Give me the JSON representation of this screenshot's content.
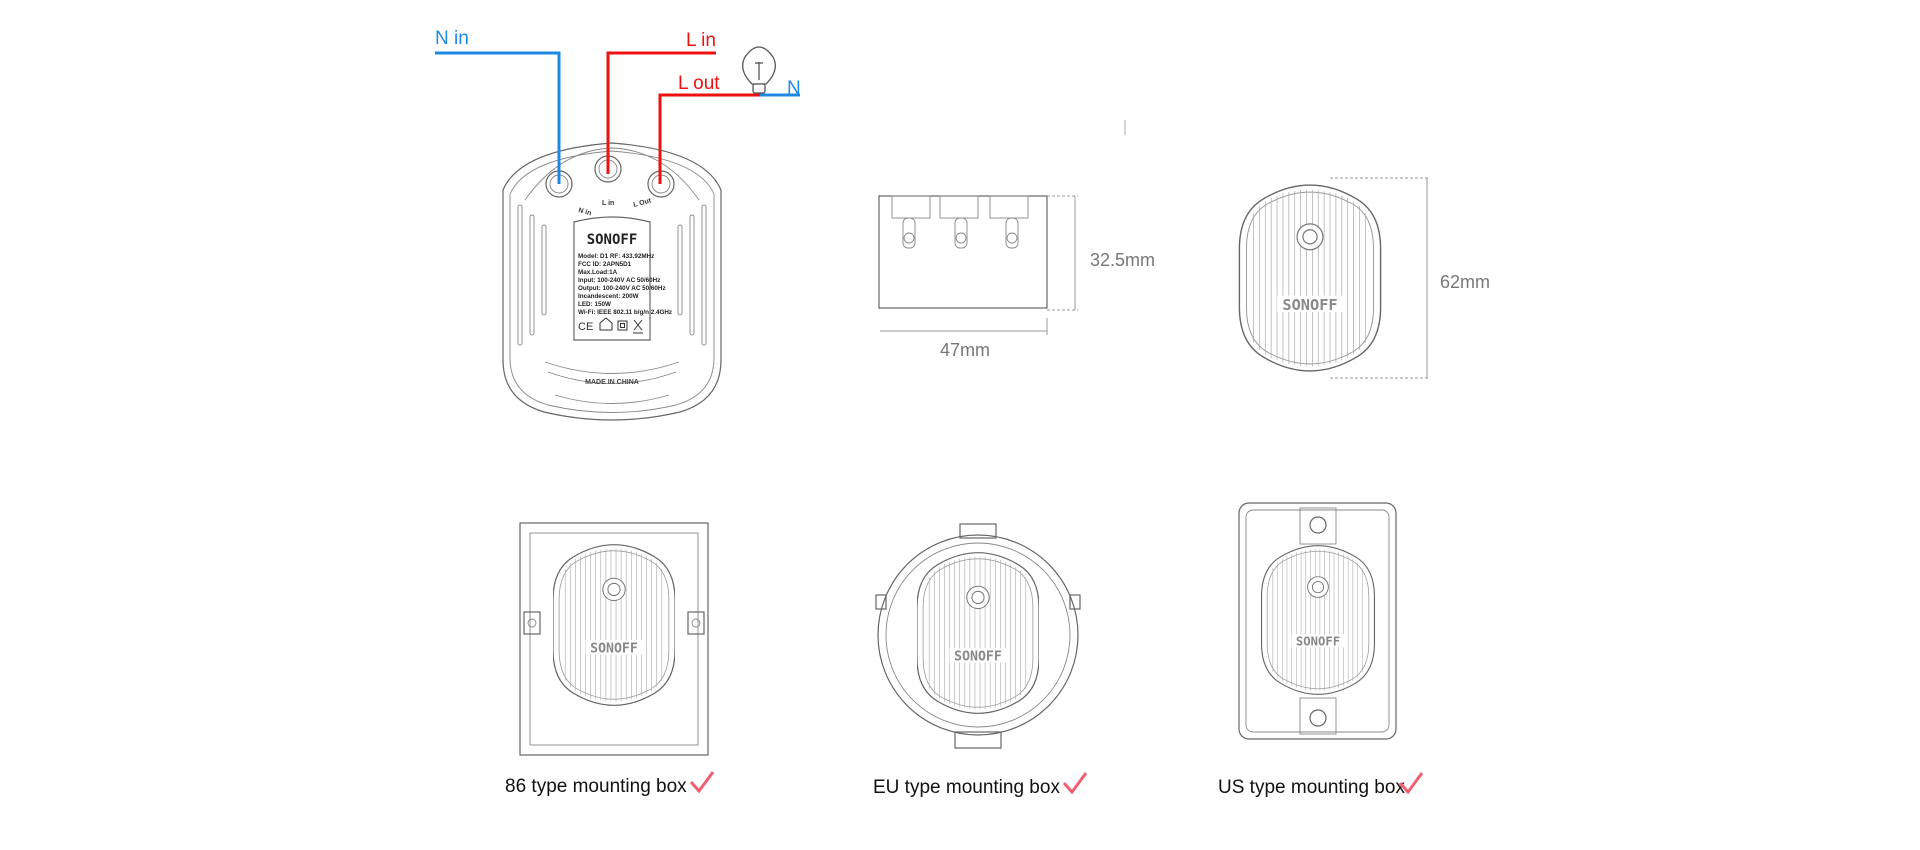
{
  "wiring": {
    "n_in": "N in",
    "l_in": "L in",
    "l_out": "L out",
    "n": "N",
    "colors": {
      "neutral": "#1e88e5",
      "live": "#ee1111"
    }
  },
  "device": {
    "brand": "SONOFF",
    "terminals": [
      "N in",
      "L in",
      "L Out"
    ],
    "label_lines": [
      "Model: D1     RF: 433.92MHz",
      "FCC ID: 2APN5D1",
      "Max.Load:1A",
      "Input: 100-240V AC 50/60Hz",
      "Output: 100-240V AC 50/60Hz",
      "Incandescent: 200W",
      "LED: 150W",
      "Wi-Fi: IEEE 802.11 b/g/n 2.4GHz"
    ],
    "made_in": "MADE IN CHINA"
  },
  "dimensions": {
    "height": "32.5mm",
    "width": "47mm",
    "length": "62mm"
  },
  "mounting": [
    {
      "label": "86 type mounting box",
      "check": "✓"
    },
    {
      "label": "EU type mounting box",
      "check": "✓"
    },
    {
      "label": "US type mounting box",
      "check": "✓"
    }
  ],
  "accent_check": "#f06070"
}
